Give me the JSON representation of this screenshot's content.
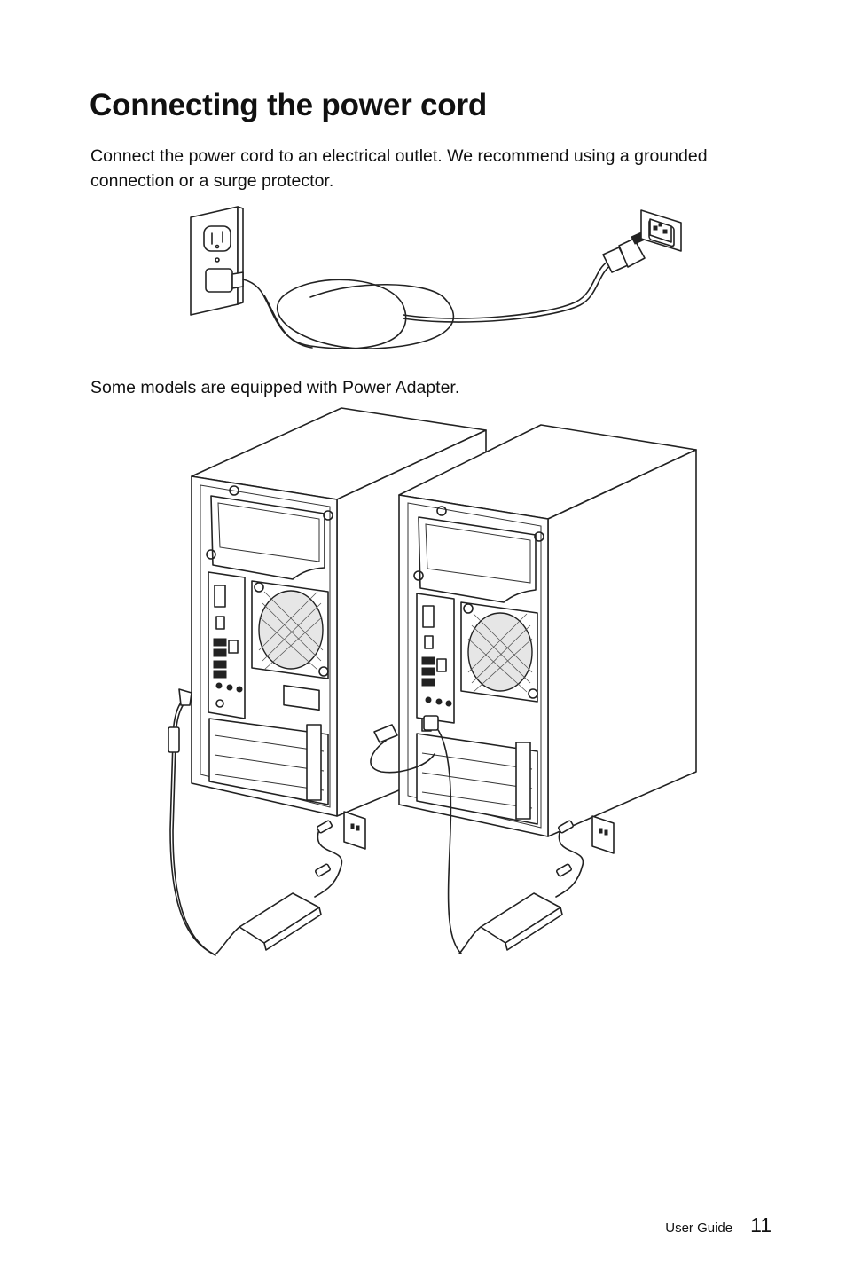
{
  "page": {
    "title": "Connecting the power cord",
    "intro": "Connect the power cord to an electrical outlet. We recommend using a grounded connection or a surge protector.",
    "adapter_note": "Some models are equipped with Power Adapter."
  },
  "figures": {
    "outlet_figure_icon": "power-cord-outlet-illustration",
    "adapter_figure_icon": "desktop-power-adapter-illustration"
  },
  "footer": {
    "label": "User Guide",
    "page_number": "11"
  }
}
